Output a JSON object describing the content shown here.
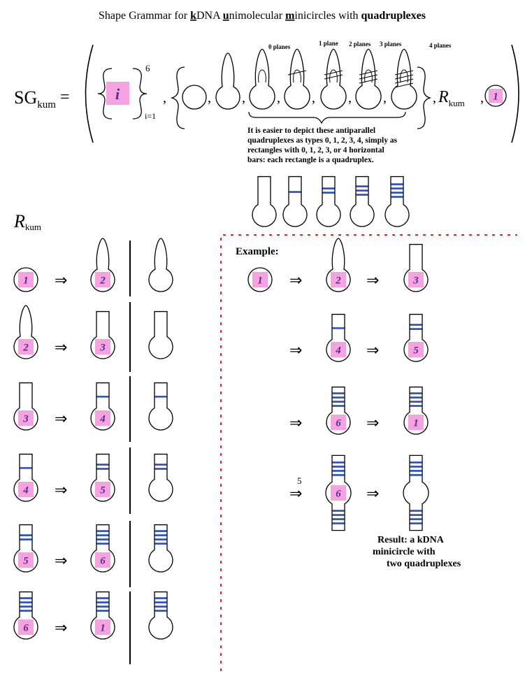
{
  "title": {
    "pre1": "Shape Grammar for ",
    "k": "k",
    "mid1": "DNA ",
    "u": "u",
    "mid2": "nimolecular ",
    "m": "m",
    "mid3": "inicircles with ",
    "bold": "quadruplexes"
  },
  "formula": {
    "sg": "SG",
    "sub": "kum",
    "equals": "=",
    "label_var": "i",
    "sup": "6",
    "lower": "i=1",
    "r_symbol": "R",
    "r_sub": "kum",
    "start_label": "1"
  },
  "planes": [
    "0 planes",
    "1 plane",
    "2 planes",
    "3 planes",
    "4 planes"
  ],
  "note": [
    "It is easier to depict these antiparallel",
    "quadruplexes as types 0, 1, 2, 3, 4, simply as",
    "rectangles with 0, 1, 2, 3, or 4 horizontal",
    "bars: each rectangle is a quadruplex."
  ],
  "rules_heading": {
    "symbol": "R",
    "sub": "kum"
  },
  "rules": [
    {
      "from": "1",
      "to": "2"
    },
    {
      "from": "2",
      "to": "3"
    },
    {
      "from": "3",
      "to": "4"
    },
    {
      "from": "4",
      "to": "5"
    },
    {
      "from": "5",
      "to": "6"
    },
    {
      "from": "6",
      "to": "1"
    }
  ],
  "example": {
    "heading": "Example:",
    "row1": [
      "1",
      "2",
      "3"
    ],
    "row2": [
      "4",
      "5"
    ],
    "row3": [
      "6",
      "1"
    ],
    "row4_label": "6",
    "repeat": "5",
    "result": [
      "Result:  a  kDNA",
      "minicircle       with",
      "two quadruplexes"
    ]
  },
  "arrow_glyph": "⇒",
  "colors": {
    "label_fill": "#f5a3e0",
    "label_text": "#5a2b8a",
    "bar": "#2a4fb8",
    "dash": "#e0202a",
    "ink": "#000000"
  }
}
